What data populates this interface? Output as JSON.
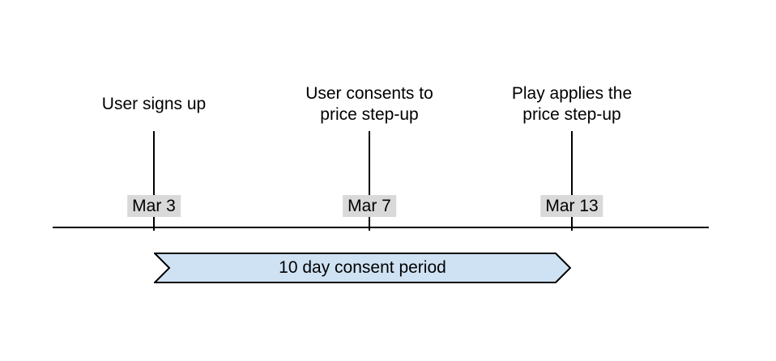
{
  "diagram": {
    "type": "timeline",
    "events": [
      {
        "lines": [
          "User signs up"
        ],
        "date": "Mar 3"
      },
      {
        "lines": [
          "User consents to",
          "price step-up"
        ],
        "date": "Mar 7"
      },
      {
        "lines": [
          "Play applies the",
          "price step-up"
        ],
        "date": "Mar 13"
      }
    ],
    "period_banner": {
      "label": "10 day consent period"
    },
    "colors": {
      "banner_fill": "#cfe2f3",
      "banner_stroke": "#000000",
      "date_chip_bg": "#d9d9d9",
      "line": "#000000",
      "text": "#000000",
      "background": "#ffffff"
    }
  }
}
